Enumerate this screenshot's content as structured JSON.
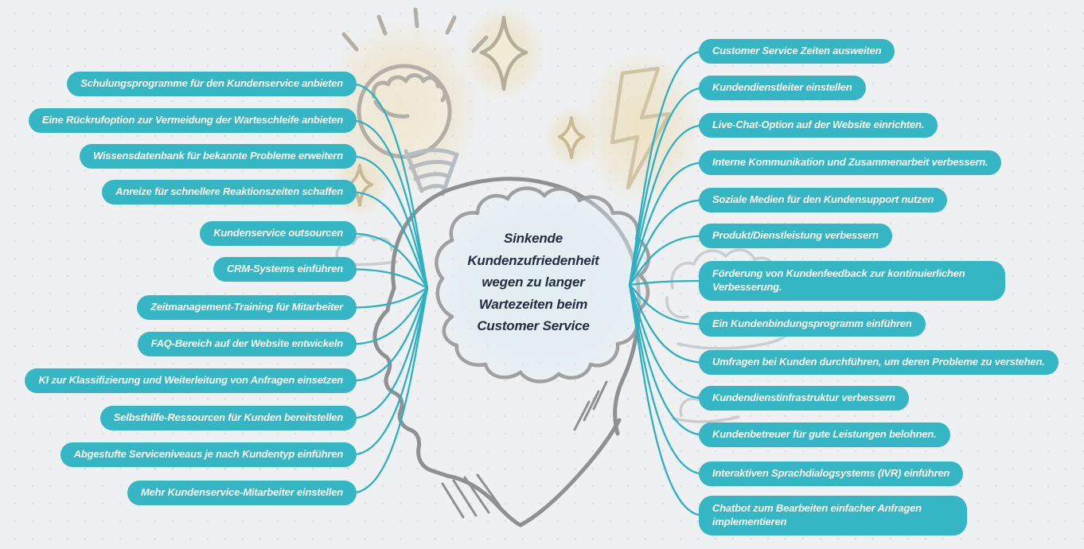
{
  "central_topic": {
    "text": "Sinkende\nKundenzufriedenheit\nwegen zu langer\nWartezeiten beim\nCustomer Service"
  },
  "left_branches": [
    "Schulungsprogramme für den Kundenservice anbieten",
    "Eine Rückrufoption zur Vermeidung der Warteschleife anbieten",
    "Wissensdatenbank für bekannte Probleme erweitern",
    "Anreize für schnellere Reaktionszeiten schaffen",
    "Kundenservice outsourcen",
    "CRM-Systems einführen",
    "Zeitmanagement-Training für Mitarbeiter",
    "FAQ-Bereich auf der Website entwickeln",
    "KI zur Klassifizierung und Weiterleitung von Anfragen einsetzen",
    "Selbsthilfe-Ressourcen für Kunden bereitstellen",
    "Abgestufte Serviceniveaus je nach Kundentyp einführen",
    "Mehr Kundenservice-Mitarbeiter einstellen"
  ],
  "right_branches": [
    "Customer Service Zeiten ausweiten",
    "Kundendienstleiter einstellen",
    "Live-Chat-Option auf der Website einrichten.",
    "Interne Kommunikation und Zusammenarbeit verbessern.",
    "Soziale Medien für den Kundensupport nutzen",
    "Produkt/Dienstleistung  verbessern",
    "Förderung von Kundenfeedback zur kontinuierlichen Verbesserung.",
    "Ein Kundenbindungsprogramm einführen",
    "Umfragen bei Kunden durchführen, um deren Probleme zu verstehen.",
    "Kundendienstinfrastruktur verbessern",
    "Kundenbetreuer für gute Leistungen belohnen.",
    "Interaktiven Sprachdialogsystems (IVR) einführen",
    "Chatbot zum Bearbeiten einfacher Anfragen implementieren"
  ],
  "colors": {
    "node_fill": "#35b6c5",
    "node_text": "#ffffff",
    "connector": "#2db1c2",
    "central_text": "#232d40",
    "background": "#eef0f2",
    "head_outline": "#8e9093",
    "brain_cloud_fill": "#e2eef3",
    "doodle_tan": "#ecdfbd"
  },
  "decorations": [
    "head-silhouette-doodle",
    "brain-cloud-doodle",
    "light-bulb-doodle",
    "lightning-bolt-doodle",
    "sparkle-doodle",
    "cloud-doodle"
  ]
}
